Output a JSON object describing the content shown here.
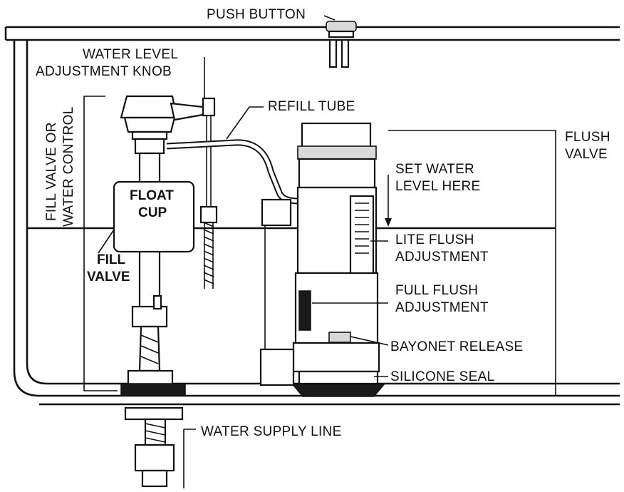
{
  "labels": {
    "push_button": "PUSH BUTTON",
    "water_level_knob_line1": "WATER LEVEL",
    "water_level_knob_line2": "ADJUSTMENT KNOB",
    "refill_tube": "REFILL TUBE",
    "flush_valve_line1": "FLUSH",
    "flush_valve_line2": "VALVE",
    "fill_valve_or_line1": "FILL VALVE OR",
    "fill_valve_or_line2": "WATER CONTROL",
    "float_cup_line1": "FLOAT",
    "float_cup_line2": "CUP",
    "fill_valve_line1": "FILL",
    "fill_valve_line2": "VALVE",
    "set_water_line1": "SET WATER",
    "set_water_line2": "LEVEL HERE",
    "lite_flush_line1": "LITE FLUSH",
    "lite_flush_line2": "ADJUSTMENT",
    "full_flush_line1": "FULL FLUSH",
    "full_flush_line2": "ADJUSTMENT",
    "bayonet_release": "BAYONET RELEASE",
    "silicone_seal": "SILICONE SEAL",
    "water_supply_line": "WATER SUPPLY LINE"
  }
}
